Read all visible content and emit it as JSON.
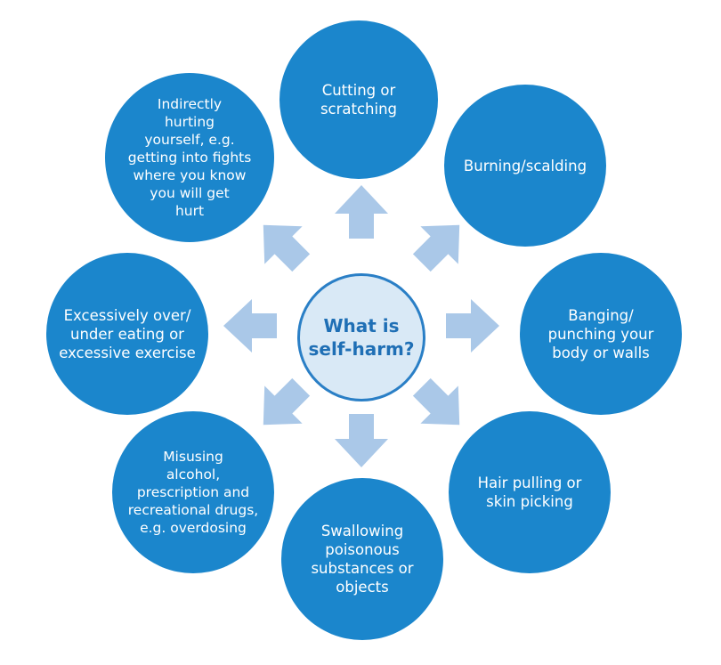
{
  "center": {
    "label": "What is\nself-harm?"
  },
  "nodes": [
    {
      "id": "cutting",
      "label": "Cutting or\nscratching"
    },
    {
      "id": "burning",
      "label": "Burning/scalding"
    },
    {
      "id": "banging",
      "label": "Banging/\npunching your\nbody or walls"
    },
    {
      "id": "hair",
      "label": "Hair pulling or\nskin picking"
    },
    {
      "id": "swallowing",
      "label": "Swallowing\npoisonous\nsubstances or\nobjects"
    },
    {
      "id": "misusing",
      "label": "Misusing\nalcohol,\nprescription and\nrecreational drugs,\ne.g. overdosing"
    },
    {
      "id": "eating",
      "label": "Excessively over/\nunder eating or\nexcessive exercise"
    },
    {
      "id": "indirect",
      "label": "Indirectly\nhurting\nyourself, e.g.\ngetting into fights\nwhere you know\nyou will  get\nhurt"
    }
  ],
  "colors": {
    "node_fill": "#1b86cc",
    "center_fill": "#d9e9f6",
    "center_border": "#2a7fc6",
    "arrow_fill": "#aac8e8",
    "center_text": "#1f6fb5"
  }
}
